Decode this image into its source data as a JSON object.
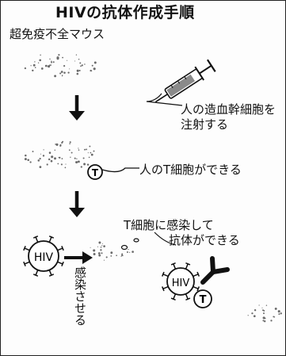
{
  "title": "HIVの抗体作成手順",
  "steps": {
    "mouse": "超免疫不全マウス",
    "stem_line1": "人の造血幹細胞を",
    "stem_line2": "注射する",
    "tcell": "人のT細胞ができる",
    "infect_line1": "T細胞に感染して",
    "infect_line2": "抗体ができる",
    "infect_action": "感染させる"
  },
  "markers": {
    "t_cell": "T",
    "virus": "HIV"
  },
  "colors": {
    "ink": "#111111",
    "paper": "#fdfdfd",
    "speckle": "#6a6a6a"
  }
}
